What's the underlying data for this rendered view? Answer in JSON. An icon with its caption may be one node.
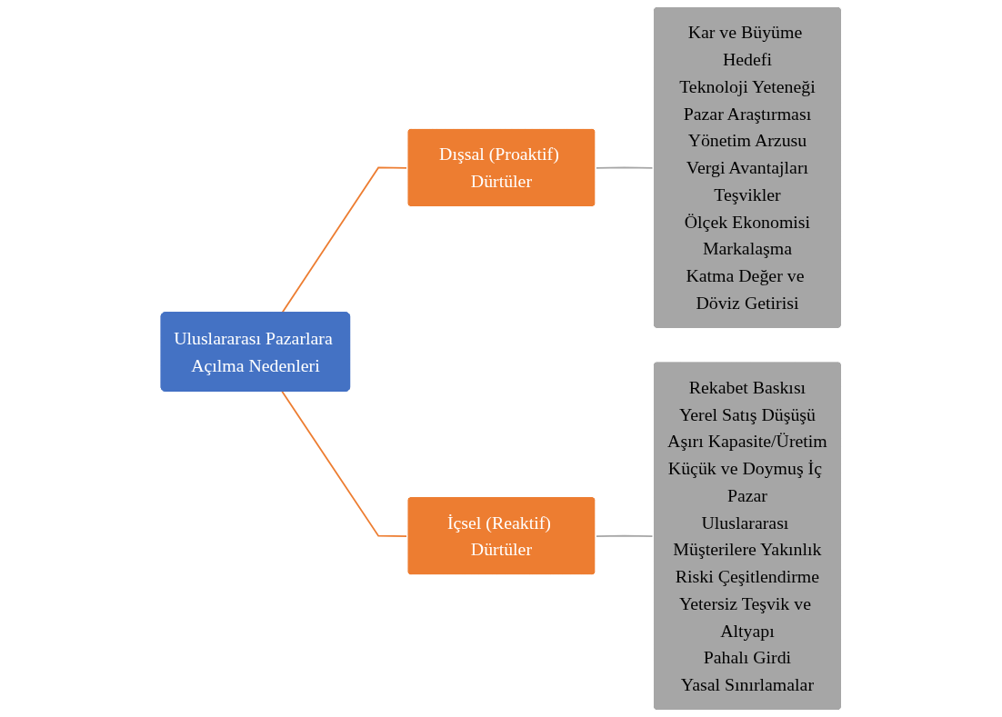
{
  "diagram": {
    "nodes": [
      {
        "text": [
          "Uluslararası Pazarlara Açılma Nedenleri"
        ]
      },
      {
        "text": [
          "Dışsal (Proaktif) Dürtüler"
        ]
      },
      {
        "text": [
          "Kar ve Büyüme Hedefi",
          "Teknoloji Yeteneği",
          "Pazar Araştırması",
          "Yönetim Arzusu",
          "Vergi Avantajları",
          "Teşvikler",
          "Ölçek Ekonomisi",
          "Markalaşma",
          "Katma Değer ve Döviz Getirisi"
        ]
      },
      {
        "text": [
          "İçsel (Reaktif) Dürtüler"
        ]
      },
      {
        "text": [
          "Rekabet Baskısı",
          "Yerel Satış Düşüşü",
          "Aşırı Kapasite/Üretim",
          "Küçük ve Doymuş İç Pazar",
          "Uluslararası Müşterilere Yakınlık",
          "Riski Çeşitlendirme",
          "Yetersiz Teşvik ve Altyapı",
          "Pahalı Girdi",
          "Yasal Sınırlamalar"
        ]
      }
    ],
    "edges": [
      {
        "from": 0,
        "to": 1,
        "arrow": "none",
        "color": "#ed7d31"
      },
      {
        "from": 0,
        "to": 3,
        "arrow": "none",
        "color": "#ed7d31"
      },
      {
        "from": 1,
        "to": 2,
        "arrow": "none",
        "color": "#a6a6a6"
      },
      {
        "from": 3,
        "to": 4,
        "arrow": "none",
        "color": "#a6a6a6"
      }
    ]
  }
}
